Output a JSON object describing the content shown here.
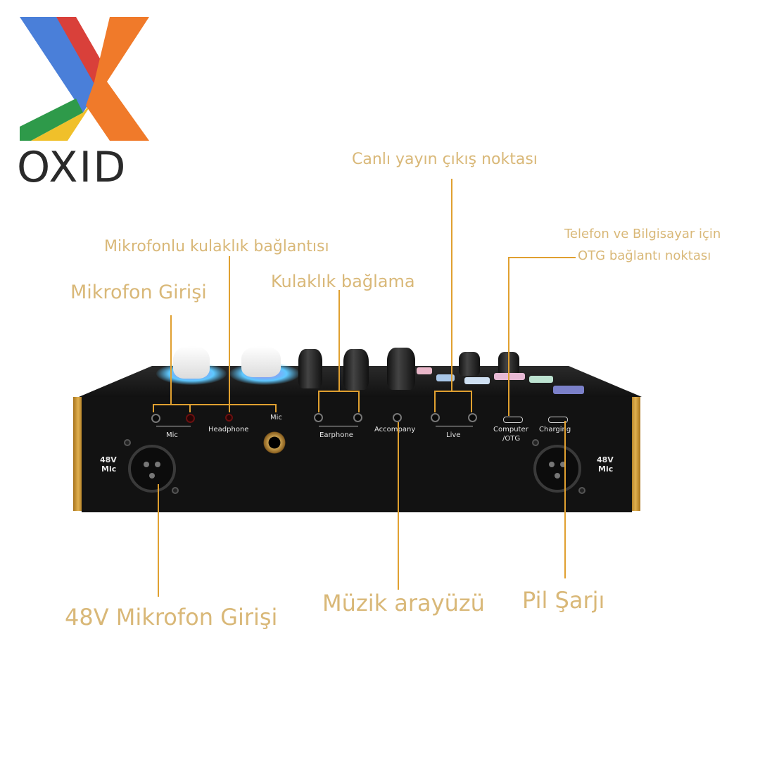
{
  "logo": {
    "text": "OXID",
    "colors": [
      "#4a7fd9",
      "#d9403a",
      "#f0c02a",
      "#2e9a4a",
      "#f07a2a"
    ]
  },
  "callouts": {
    "live_output": "Canlı yayın çıkış noktası",
    "otg_line1": "Telefon ve Bilgisayar için",
    "otg_line2": "OTG bağlantı noktası",
    "mic_headset": "Mikrofonlu kulaklık bağlantısı",
    "headphone_connect": "Kulaklık bağlama",
    "mic_input": "Mikrofon Girişi",
    "mic_48v": "48V Mikrofon Girişi",
    "music_interface": "Müzik arayüzü",
    "battery_charge": "Pil Şarjı"
  },
  "panel_labels": {
    "mic": "Mic",
    "headphone": "Headphone",
    "mic_top": "Mic",
    "earphone": "Earphone",
    "accompany": "Accompany",
    "live": "Live",
    "computer_line1": "Computer",
    "computer_line2": "/OTG",
    "charging": "Charging",
    "xlr_left_1": "48V",
    "xlr_left_2": "Mic",
    "xlr_right_1": "48V",
    "xlr_right_2": "Mic"
  },
  "colors": {
    "callout": "#d9b878",
    "panel": "#121212",
    "gold_trim": "#c8902a"
  }
}
